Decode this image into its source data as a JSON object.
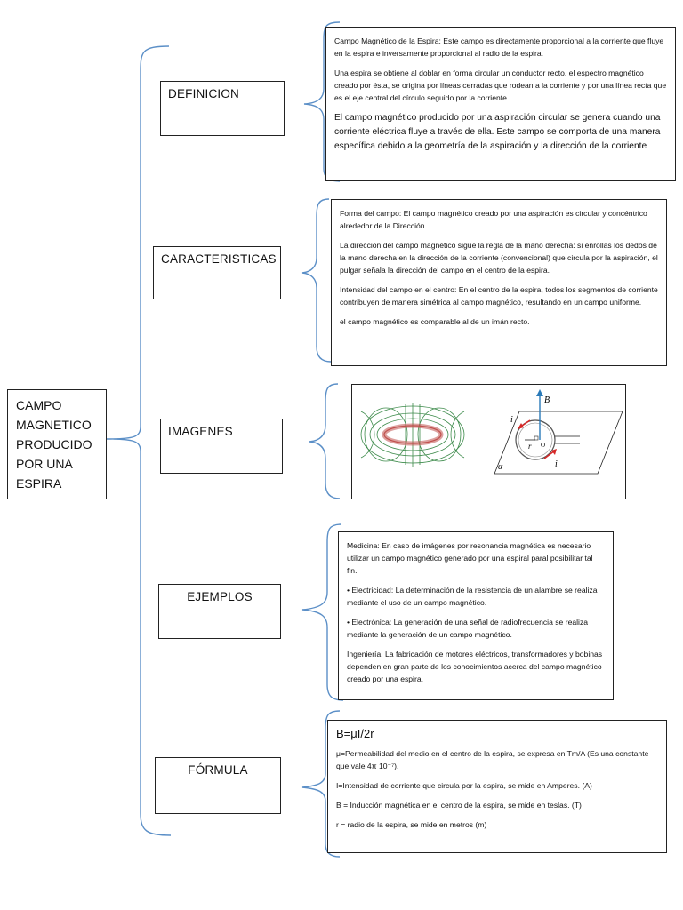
{
  "main_topic": "CAMPO MAGNETICO PRODUCIDO POR UNA ESPIRA",
  "branches": {
    "definicion": {
      "label": "DEFINICION",
      "paragraphs": [
        "Campo Magnético de la Espira: Este campo es directamente proporcional a la corriente que fluye en la espira e inversamente proporcional al radio de la espira.",
        "Una espira se obtiene al doblar en forma circular un conductor recto, el espectro magnético creado por ésta, se origina por líneas cerradas que rodean a la corriente y por una línea recta que es el eje central del círculo seguido por la corriente.",
        "El campo magnético producido por una aspiración circular se genera cuando una corriente eléctrica fluye a través de ella. Este campo se comporta de una manera específica debido a la geometría de la aspiración y la dirección de la corriente"
      ]
    },
    "caracteristicas": {
      "label": "CARACTERISTICAS",
      "paragraphs": [
        "Forma del campo: El campo magnético creado por una aspiración es circular y concéntrico alrededor de la Dirección.",
        "La dirección del campo magnético sigue la regla de la mano derecha: si enrollas los dedos de la mano derecha en la dirección de la corriente (convencional) que circula por la aspiración, el pulgar señala la dirección del campo en el centro de la espira.",
        "Intensidad del campo en el centro: En el centro de la espira, todos los segmentos de corriente contribuyen de manera simétrica al campo magnético, resultando en un campo uniforme.",
        "el campo magnético es comparable al de un imán recto."
      ]
    },
    "imagenes": {
      "label": "IMAGENES",
      "figure_labels": {
        "b": "B",
        "i_top": "i",
        "i_bottom": "i",
        "r": "r",
        "o": "O",
        "alpha": "α"
      }
    },
    "ejemplos": {
      "label": "EJEMPLOS",
      "paragraphs": [
        "Medicina: En caso de imágenes por resonancia magnética es necesario utilizar un campo magnético generado por una espiral paral posibilitar tal fin.",
        "• Electricidad: La determinación de la resistencia de un alambre se realiza mediante el uso de un campo magnético.",
        "• Electrónica: La generación de una señal de radiofrecuencia se realiza mediante la generación de un campo magnético.",
        "Ingeniería: La fabricación de motores eléctricos, transformadores y bobinas dependen en gran parte de los conocimientos acerca del campo magnético creado por una espira."
      ]
    },
    "formula": {
      "label": "FÓRMULA",
      "equation": "B=μI/2r",
      "paragraphs": [
        "μ=Permeabilidad del medio en el centro de la espira, se expresa en Tm/A (Es una constante que vale 4π 10⁻⁷).",
        "I=Intensidad de corriente que circula por la espira, se mide en Amperes. (A)",
        "B = Inducción magnética en el centro de la espira, se mide en teslas. (T)",
        "r = radio de la espira, se mide en metros (m)"
      ]
    }
  },
  "colors": {
    "brace": "#5b8fc7",
    "border": "#222222",
    "field_lines": "#3c8a4a",
    "coil": "#c0504d",
    "arrow_blue": "#2a7ab8",
    "arrow_red": "#d62828"
  }
}
